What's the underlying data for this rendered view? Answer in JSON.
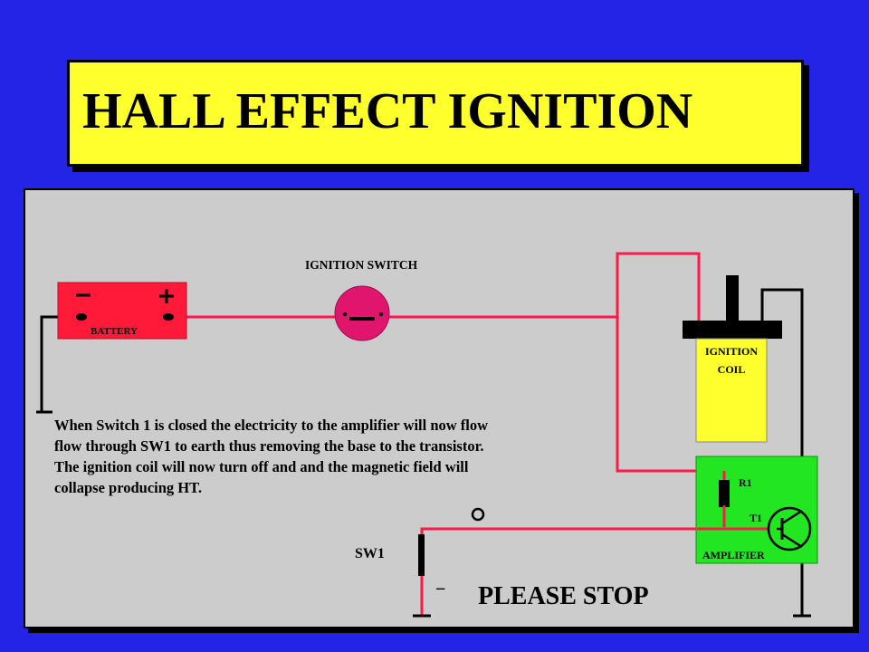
{
  "title": "HALL EFFECT IGNITION",
  "labels": {
    "ignition_switch": "IGNITION SWITCH",
    "battery": "BATTERY",
    "battery_minus": "−",
    "battery_plus": "+",
    "ignition_coil_line1": "IGNITION",
    "ignition_coil_line2": "COIL",
    "r1": "R1",
    "t1": "T1",
    "amplifier": "AMPLIFIER",
    "sw1": "SW1",
    "sw1_minus": "−",
    "please_stop": "PLEASE STOP"
  },
  "description": [
    "When Switch 1 is closed the electricity to the amplifier will now flow",
    "flow through SW1 to earth thus removing the base to the transistor.",
    "The ignition coil will now turn off and and the magnetic field will",
    "collapse producing HT."
  ],
  "colors": {
    "background": "#2424e6",
    "title_bg": "#ffff2e",
    "panel_bg": "#cccccc",
    "wire_red": "#ff1a4a",
    "battery": "#ff1a3a",
    "switch": "#e0156e",
    "coil": "#ffff2e",
    "amplifier": "#22e622"
  }
}
